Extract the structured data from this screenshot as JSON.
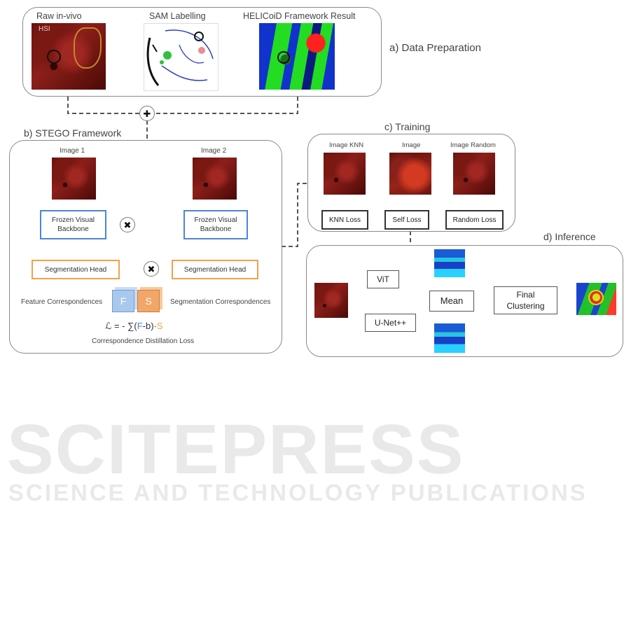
{
  "section_a": {
    "title": "a) Data Preparation",
    "raw_label": "Raw in-vivo",
    "raw_sub": "HSI",
    "sam_label": "SAM Labelling",
    "helicoid_label": "HELICoiD Framework Result"
  },
  "section_b": {
    "title": "b) STEGO Framework",
    "image1": "Image 1",
    "image2": "Image 2",
    "backbone_left": "Frozen Visual Backbone",
    "backbone_right": "Frozen Visual Backbone",
    "seg_head_left": "Segmentation Head",
    "seg_head_right": "Segmentation Head",
    "feature_corr": "Feature Correspondences",
    "seg_corr": "Segmentation Correspondences",
    "cube_f": "F",
    "cube_s": "S",
    "loss_prefix": "ℒ = - ∑(",
    "loss_f": "F",
    "loss_mid": "-b)·",
    "loss_s": "S",
    "loss_caption": "Correspondence Distillation Loss"
  },
  "section_c": {
    "title": "c) Training",
    "img_knn": "Image KNN",
    "img": "Image",
    "img_random": "Image Random",
    "knn_loss": "KNN Loss",
    "self_loss": "Self Loss",
    "random_loss": "Random Loss"
  },
  "section_d": {
    "title": "d) Inference",
    "vit": "ViT",
    "unet": "U-Net++",
    "mean": "Mean",
    "final": "Final Clustering"
  },
  "symbols": {
    "plus": "✚",
    "times": "✖"
  },
  "watermark": {
    "big": "SCITEPRESS",
    "small": "SCIENCE AND TECHNOLOGY PUBLICATIONS"
  },
  "colors": {
    "blue_box": "#4a86d8",
    "orange_box": "#f0a24a",
    "cube_f": "#a9c8ee",
    "cube_s": "#f2a667"
  }
}
